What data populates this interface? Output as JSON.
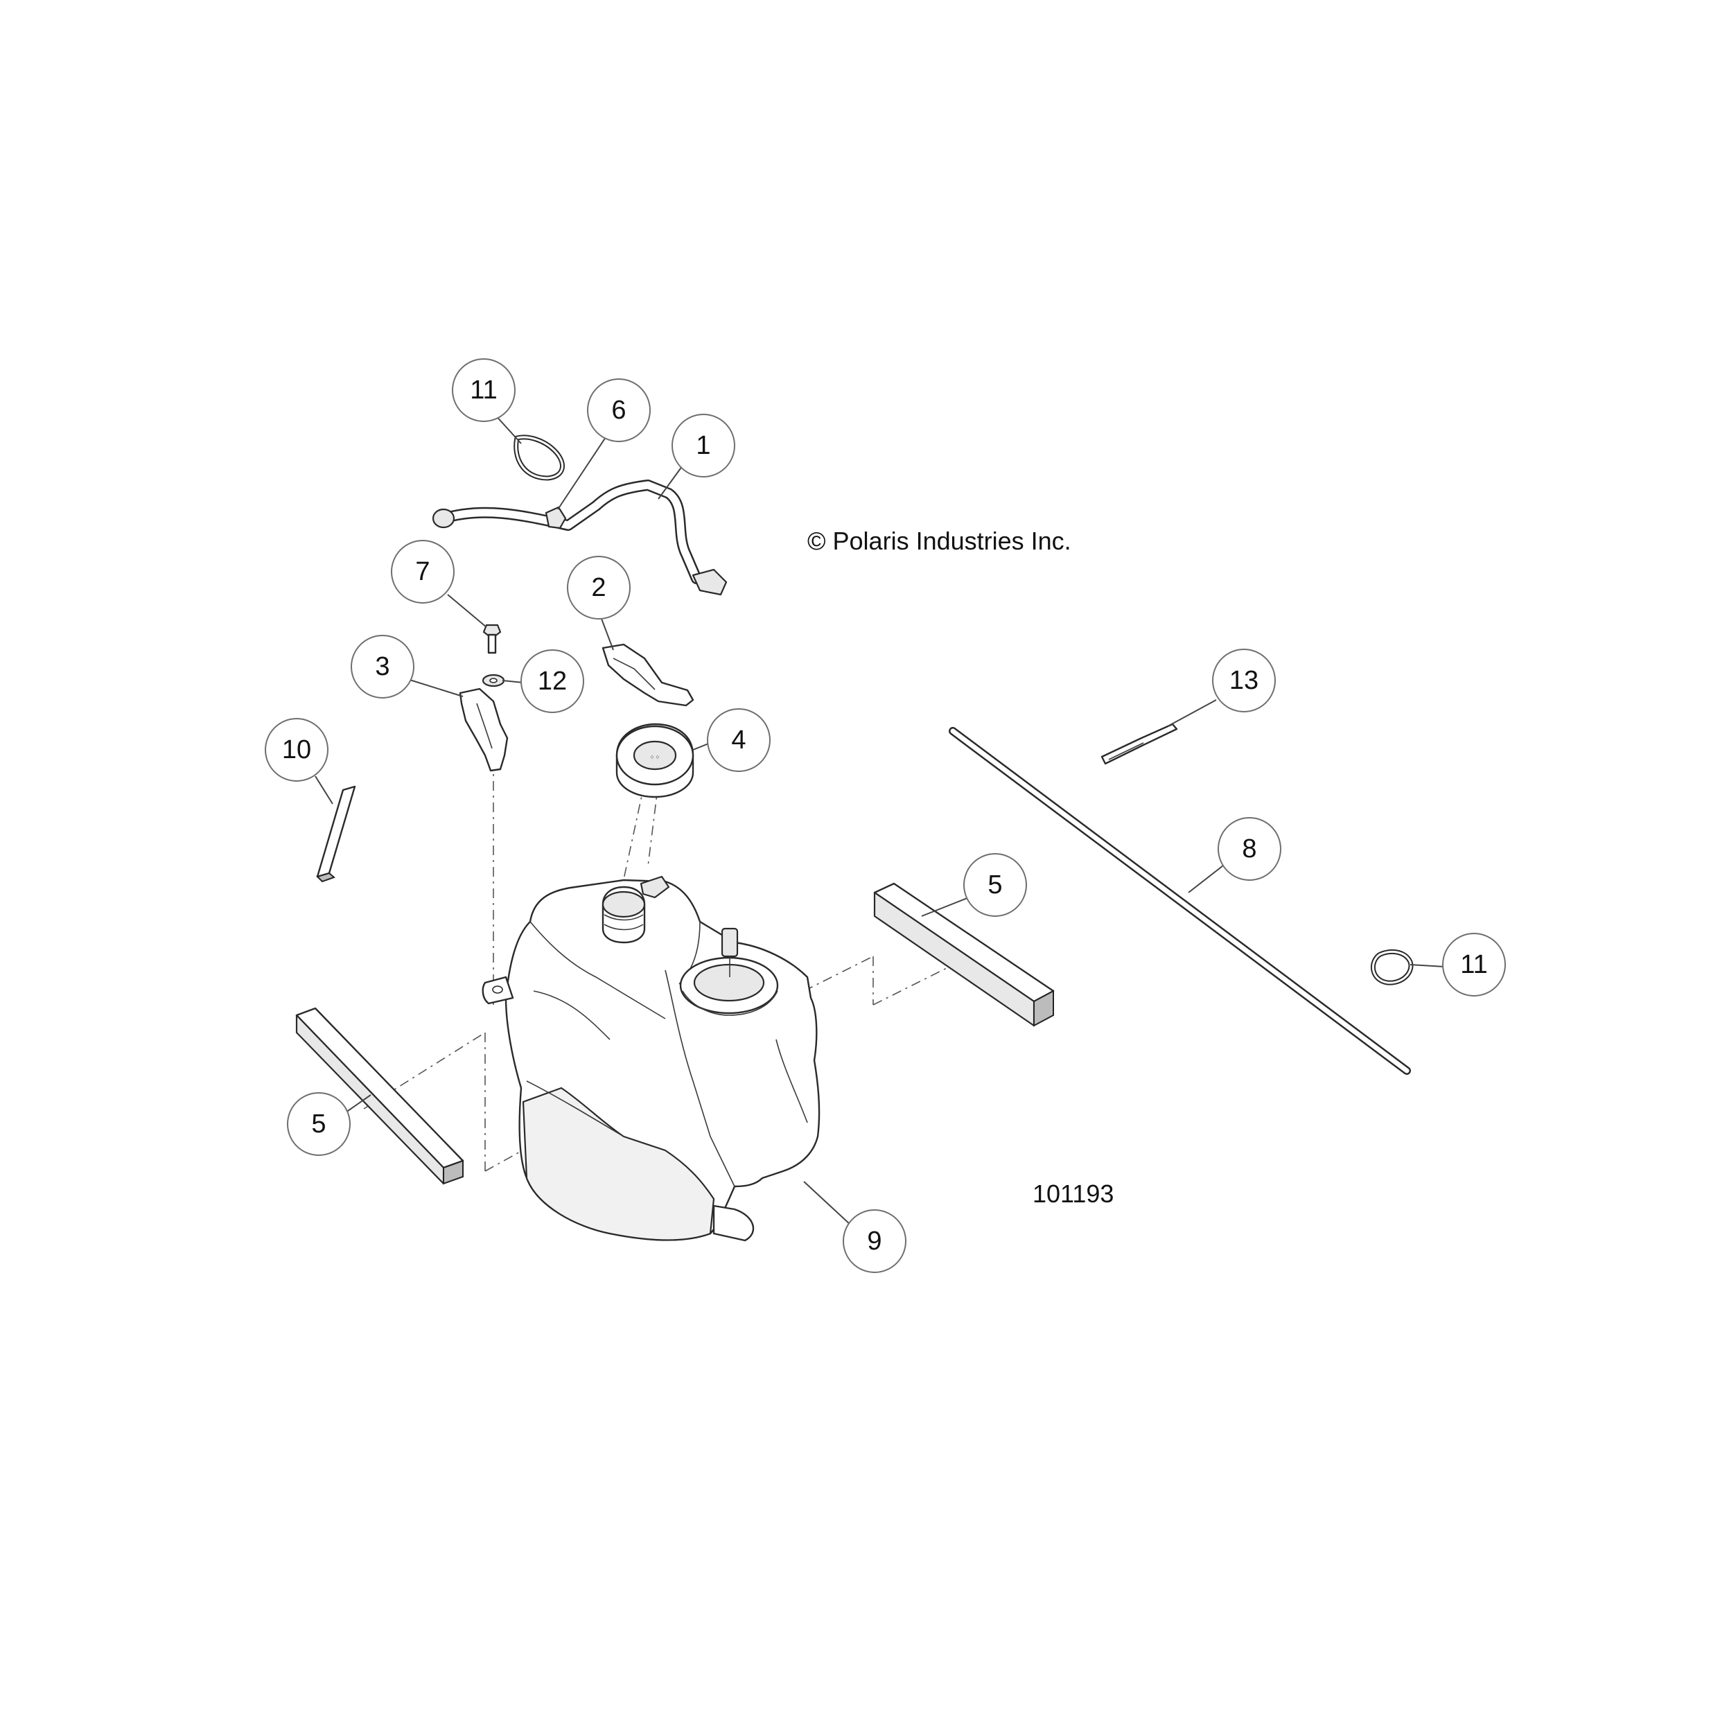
{
  "copyright": "© Polaris Industries Inc.",
  "figure_number": "101193",
  "callouts": [
    {
      "id": "c1",
      "label": "1"
    },
    {
      "id": "c2",
      "label": "2"
    },
    {
      "id": "c3",
      "label": "3"
    },
    {
      "id": "c4",
      "label": "4"
    },
    {
      "id": "c5a",
      "label": "5"
    },
    {
      "id": "c5b",
      "label": "5"
    },
    {
      "id": "c6",
      "label": "6"
    },
    {
      "id": "c7",
      "label": "7"
    },
    {
      "id": "c8",
      "label": "8"
    },
    {
      "id": "c9",
      "label": "9"
    },
    {
      "id": "c10",
      "label": "10"
    },
    {
      "id": "c11a",
      "label": "11"
    },
    {
      "id": "c11b",
      "label": "11"
    },
    {
      "id": "c12",
      "label": "12"
    },
    {
      "id": "c13",
      "label": "13"
    }
  ]
}
